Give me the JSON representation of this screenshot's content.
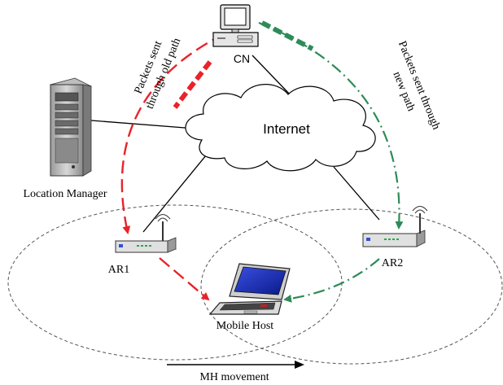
{
  "labels": {
    "cn": "CN",
    "internet": "Internet",
    "location_manager": "Location Manager",
    "ar1": "AR1",
    "ar2": "AR2",
    "mobile_host": "Mobile Host",
    "mh_movement": "MH movement",
    "old_path_line1": "Packets sent",
    "old_path_line2": "through old path",
    "new_path_line1": "Packets sent through",
    "new_path_line2": "new path"
  },
  "colors": {
    "old_path": "#e8232a",
    "new_path": "#2e8b57",
    "link": "#000000",
    "coverage": "#555555"
  },
  "icons": {
    "cn": "desktop-computer-icon",
    "location_manager": "server-tower-icon",
    "access_router": "wireless-router-icon",
    "mobile_host": "laptop-icon",
    "internet": "cloud-icon"
  }
}
